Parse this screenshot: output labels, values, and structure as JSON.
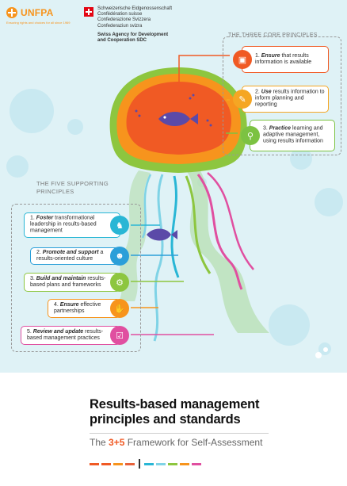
{
  "header": {
    "unfpa_name": "UNFPA",
    "unfpa_tagline": "Ensuring rights and choices for all since 1969",
    "swiss_lines": [
      "Schweizerische Eidgenossenschaft",
      "Confédération suisse",
      "Confederazione Svizzera",
      "Confederaziun svizra"
    ],
    "sdc_lines": [
      "Swiss Agency for Development",
      "and Cooperation SDC"
    ]
  },
  "core": {
    "heading": "THE THREE CORE PRINCIPLES",
    "items": [
      {
        "num": "1.",
        "verb": "Ensure",
        "rest": " that results information is available",
        "color": "#f05a24",
        "icon": "presentation-icon"
      },
      {
        "num": "2.",
        "verb": "Use",
        "rest": " results information to inform planning and reporting",
        "color": "#f5a623",
        "icon": "clipboard-icon"
      },
      {
        "num": "3.",
        "verb": "Practice",
        "rest": " learning and adaptive management, using results information",
        "color": "#7cc242",
        "icon": "magnifier-icon"
      }
    ]
  },
  "support": {
    "heading": "THE FIVE SUPPORTING PRINCIPLES",
    "items": [
      {
        "num": "1.",
        "verb": "Foster",
        "rest": " transformational leadership in results-based management",
        "color": "#29b6d5",
        "icon": "team-icon"
      },
      {
        "num": "2.",
        "verb": "Promote and support",
        "rest": " a results-oriented culture",
        "color": "#2b9fd9",
        "icon": "people-icon"
      },
      {
        "num": "3.",
        "verb": "Build and maintain",
        "rest": " results-based plans and frameworks",
        "color": "#8dc63f",
        "icon": "gears-icon"
      },
      {
        "num": "4.",
        "verb": "Ensure",
        "rest": " effective partnerships",
        "color": "#f7941d",
        "icon": "handshake-icon"
      },
      {
        "num": "5.",
        "verb": "Review and update",
        "rest": " results-based management practices",
        "color": "#e04fa0",
        "icon": "checklist-icon"
      }
    ]
  },
  "title": {
    "line1": "Results-based management",
    "line2": "principles and standards",
    "sub_prefix": "The ",
    "sub_num": "3+5",
    "sub_suffix": " Framework for Self-Assessment"
  },
  "dash_colors": [
    "#f05a24",
    "#f05a24",
    "#f7941d",
    "#e8623b",
    "#29b6d5",
    "#7fd3e6",
    "#8dc63f",
    "#f7941d",
    "#e04fa0"
  ]
}
